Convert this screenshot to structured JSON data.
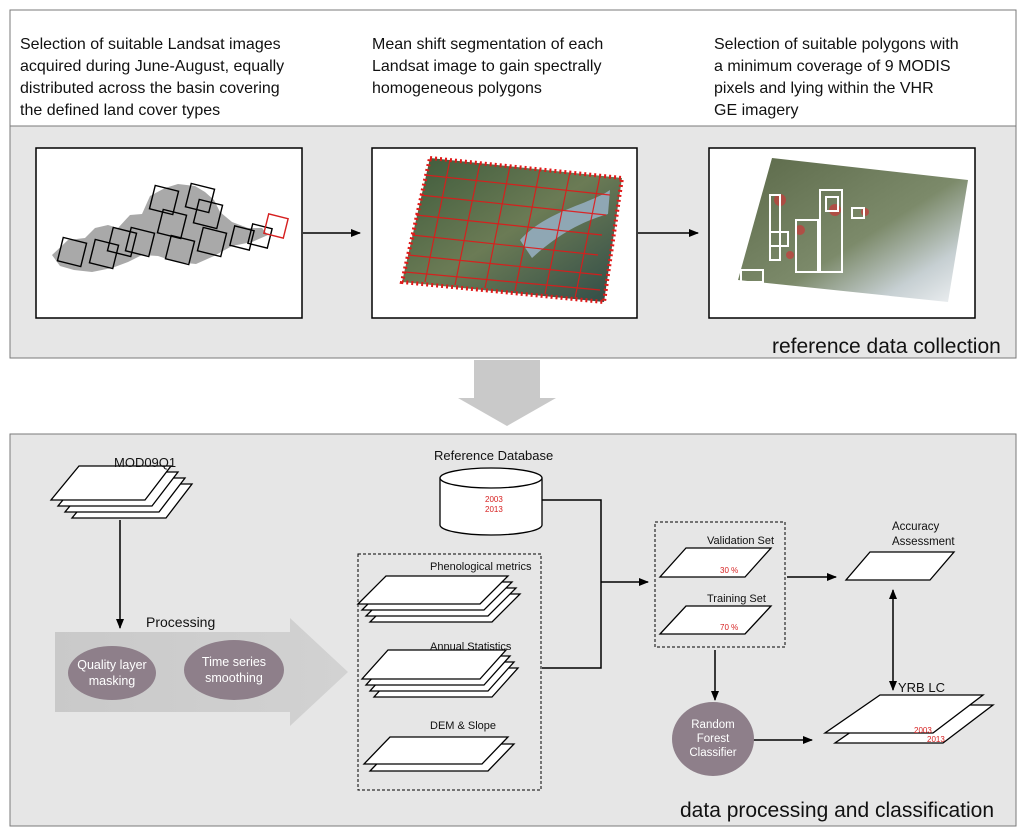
{
  "steps": {
    "step1": "Selection of suitable Landsat images\nacquired during June-August, equally\ndistributed across the basin covering\nthe defined land cover types",
    "step2": "Mean shift segmentation of each\nLandsat image to gain spectrally\nhomogeneous polygons",
    "step3": "Selection of suitable polygons with\na minimum coverage of 9 MODIS\npixels and lying within the VHR\nGE imagery"
  },
  "sections": {
    "top_title": "reference data collection",
    "bottom_title": "data processing and classification"
  },
  "processing": {
    "input": "MOD09Q1",
    "label": "Processing",
    "quality": "Quality layer\nmasking",
    "smoothing": "Time series\nsmoothing"
  },
  "reference_db": {
    "title": "Reference Database",
    "year1": "2003",
    "year2": "2013"
  },
  "features": {
    "phenological": "Phenological metrics",
    "annual": "Annual Statistics",
    "dem": "DEM & Slope"
  },
  "sets": {
    "validation": "Validation Set",
    "validation_pct": "30 %",
    "training": "Training Set",
    "training_pct": "70 %"
  },
  "classifier": "Random\nForest\nClassifier",
  "accuracy": "Accuracy\nAssessment",
  "output": {
    "label": "YRB LC",
    "year1": "2003",
    "year2": "2013"
  },
  "colors": {
    "panel": "#e6e6e6",
    "ellipse": "#8e7f8a",
    "red": "#d61f1f",
    "arrow_big": "#c9c9c9"
  }
}
